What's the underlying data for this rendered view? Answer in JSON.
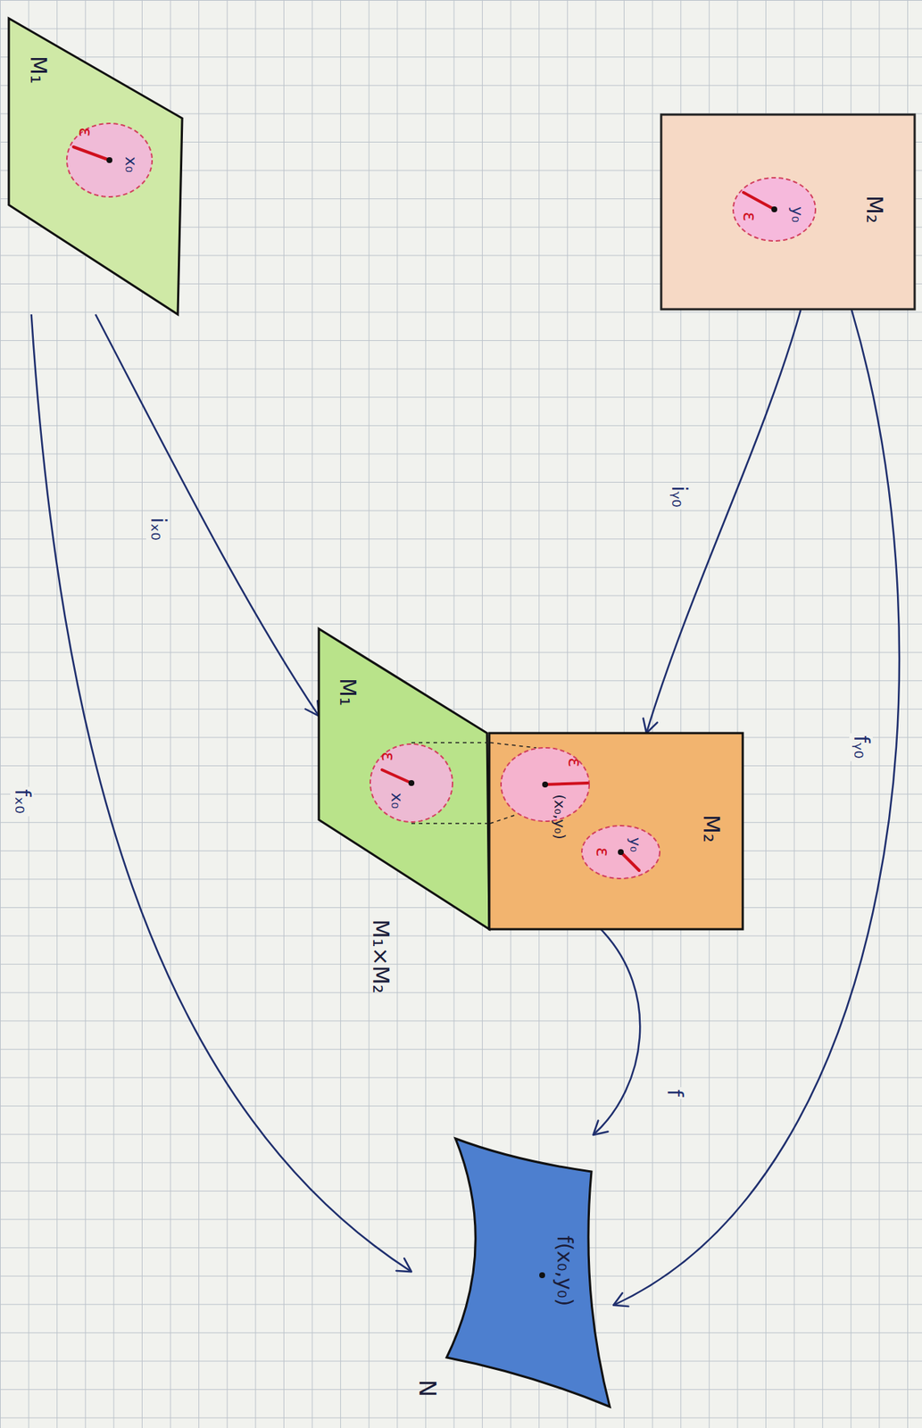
{
  "diagram": {
    "nodes": [
      {
        "text": [
          "M₁"
        ]
      },
      {
        "text": [
          "x₀",
          "ε"
        ],
        "in": 0
      },
      {
        "text": [
          "M₂"
        ]
      },
      {
        "text": [
          "y₀",
          "ε"
        ],
        "in": 2
      },
      {
        "text": [
          "M₁×M₂"
        ]
      },
      {
        "text": [
          "M₁"
        ],
        "in": 4
      },
      {
        "text": [
          "x₀",
          "ε"
        ],
        "in": 5
      },
      {
        "text": [
          "M₂"
        ],
        "in": 4
      },
      {
        "text": [
          "(x₀,y₀)",
          "ε"
        ],
        "in": 7
      },
      {
        "text": [
          "y₀",
          "ε"
        ],
        "in": 7
      },
      {
        "text": [
          "f(x₀,y₀)",
          "N"
        ]
      }
    ],
    "edges": [
      {
        "from": 0,
        "to": 5,
        "arrow": "to",
        "label": "iₓ₀"
      },
      {
        "from": 2,
        "to": 7,
        "arrow": "to",
        "label": "iᵧ₀"
      },
      {
        "from": 0,
        "to": 10,
        "arrow": "to",
        "label": "fₓ₀"
      },
      {
        "from": 2,
        "to": 10,
        "arrow": "to",
        "label": "fᵧ₀"
      },
      {
        "from": 7,
        "to": 10,
        "arrow": "to",
        "label": "f"
      }
    ]
  }
}
